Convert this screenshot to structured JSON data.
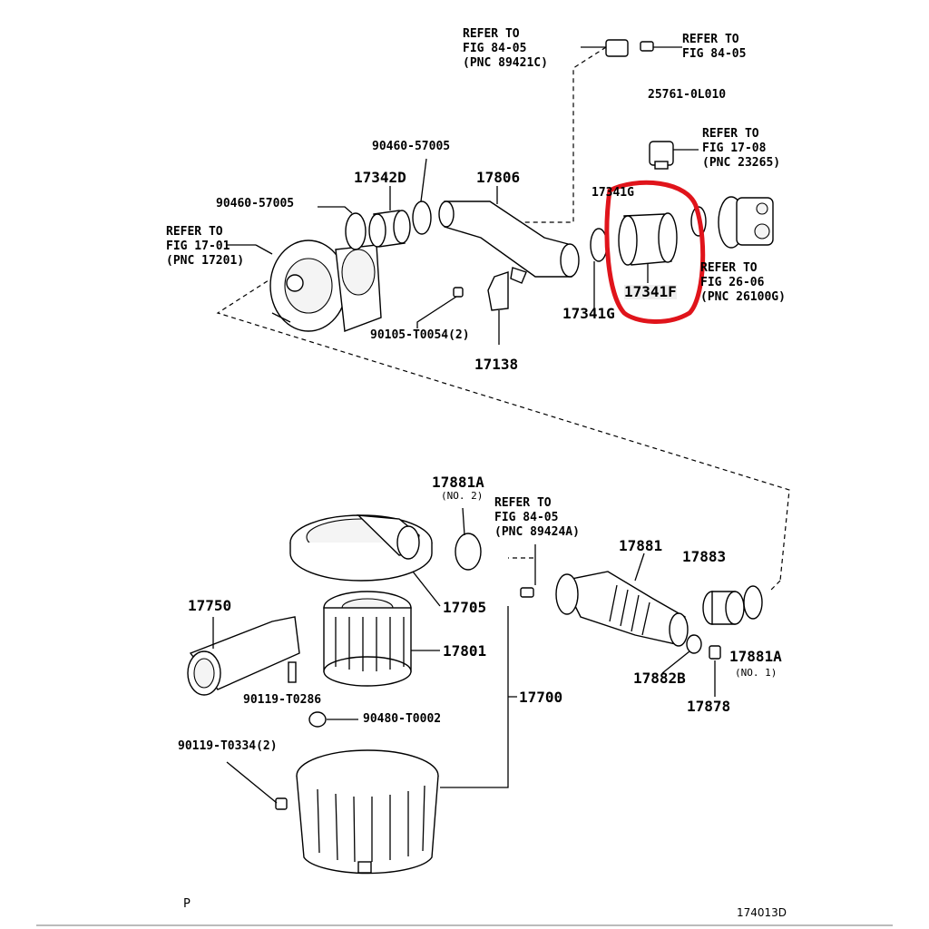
{
  "labels": {
    "ref_8405_a_l1": "REFER TO",
    "ref_8405_a_l2": "FIG 84-05",
    "ref_8405_a_l3": "(PNC 89421C)",
    "ref_8405_b_l1": "REFER TO",
    "ref_8405_b_l2": "FIG 84-05",
    "p_25761": "25761-0L010",
    "ref_1708_l1": "REFER TO",
    "ref_1708_l2": "FIG 17-08",
    "ref_1708_l3": "(PNC 23265)",
    "p_90460_a": "90460-57005",
    "p_90460_b": "90460-57005",
    "p_17342d": "17342D",
    "p_17806": "17806",
    "p_17341g_top": "17341G",
    "ref_1701_l1": "REFER TO",
    "ref_1701_l2": "FIG 17-01",
    "ref_1701_l3": "(PNC 17201)",
    "p_17341f": "17341F",
    "ref_2606_l1": "REFER TO",
    "ref_2606_l2": "FIG 26-06",
    "ref_2606_l3": "(PNC 26100G)",
    "p_17341g_bot": "17341G",
    "p_90105": "90105-T0054(2)",
    "p_17138": "17138",
    "p_17881a_top": "17881A",
    "p_no2": "(NO. 2)",
    "ref_8405_c_l1": "REFER TO",
    "ref_8405_c_l2": "FIG 84-05",
    "ref_8405_c_l3": "(PNC 89424A)",
    "p_17881": "17881",
    "p_17883": "17883",
    "p_17750": "17750",
    "p_17705": "17705",
    "p_17801": "17801",
    "p_17700": "17700",
    "p_90119_t0286": "90119-T0286",
    "p_90480": "90480-T0002",
    "p_90119_t0334": "90119-T0334(2)",
    "p_17882b": "17882B",
    "p_17881a_bot": "17881A",
    "p_no1": "(NO. 1)",
    "p_17878": "17878",
    "corner_p": "P",
    "figure_id": "174013D"
  },
  "highlight_color": "#e0141b"
}
